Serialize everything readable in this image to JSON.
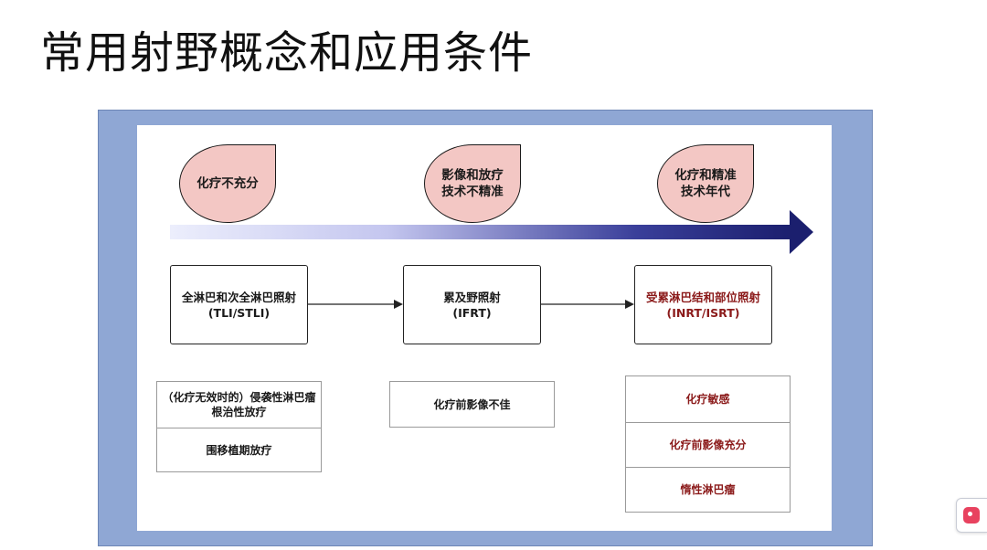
{
  "title": "常用射野概念和应用条件",
  "stages": [
    {
      "label": "化疗不充分"
    },
    {
      "label": "影像和放疗\n技术不精准"
    },
    {
      "label": "化疗和精准\n技术年代"
    }
  ],
  "fields": [
    {
      "label": "全淋巴和次全淋巴照射\n(TLI/STLI)"
    },
    {
      "label": "累及野照射\n(IFRT)"
    },
    {
      "label": "受累淋巴结和部位照射\n(INRT/ISRT)"
    }
  ],
  "conditions": [
    [
      "（化疗无效时的）侵袭性淋巴瘤\n根治性放疗",
      "围移植期放疗"
    ],
    [
      "化疗前影像不佳"
    ],
    [
      "化疗敏感",
      "化疗前影像充分",
      "惰性淋巴瘤"
    ]
  ],
  "colors": {
    "frame": "#8fa7d4",
    "leaf_fill": "#f3c7c4",
    "timeline_start": "#e6e8fb",
    "timeline_end": "#1b1f6e",
    "highlight_text": "#8b1a1a"
  },
  "icons": {
    "widget": "app-widget-icon"
  }
}
